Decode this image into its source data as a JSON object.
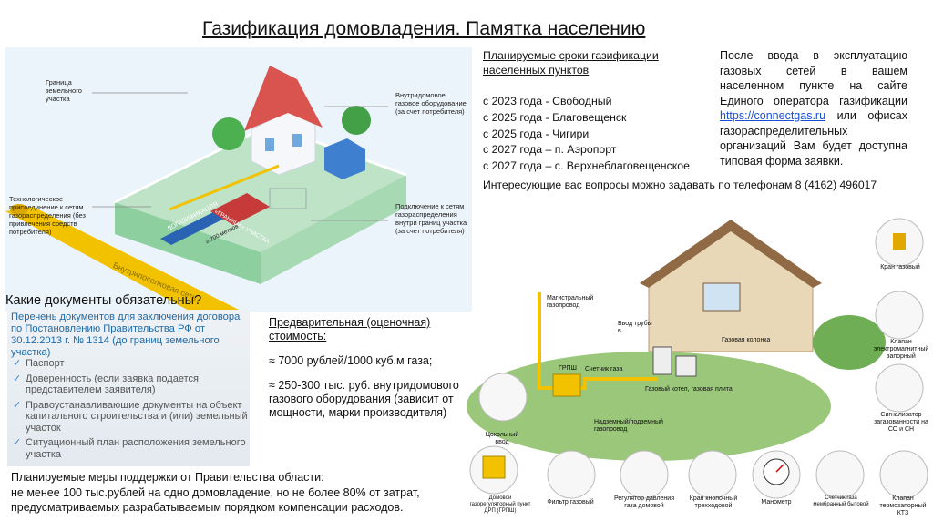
{
  "title": "Газификация домовладения. Памятка населению",
  "illustration": {
    "labels": {
      "boundary": "Граница земельного участка",
      "in_house": "Внутридомовое газовое оборудование (за счет потребителя)",
      "tech": "Технологическое присоединение к сетям газораспределения (без привлечения средств потребителя)",
      "connect": "Подключение к сетям газораспределения внутри границ участка (за счет потребителя)",
      "pipe": "Внутрипоселковая сеть",
      "dogaz": "ДОГАЗИФИКАЦИЯ",
      "border": "«ГРАНИЦА» УЧАСТКА",
      "dist": "≥ 200 метров"
    }
  },
  "documents": {
    "heading": "Какие документы обязательны?",
    "intro": "Перечень документов для заключения договора по Постановлению Правительства РФ от 30.12.2013 г. № 1314 (до границ земельного участка)",
    "items": [
      "Паспорт",
      "Доверенность (если заявка подается представителем заявителя)",
      "Правоустанавливающие документы на объект капитального строительства и (или) земельный участок",
      "Ситуационный план расположения земельного участка"
    ]
  },
  "cost": {
    "heading": "Предварительная (оценочная) стоимость:",
    "gas": "≈ 7000 рублей/1000 куб.м газа;",
    "equipment": "≈ 250-300 тыс. руб. внутридомового газового оборудования (зависит от мощности, марки производителя)"
  },
  "support": {
    "line1": "Планируемые меры поддержки от Правительства области:",
    "line2": "не менее 100 тыс.рублей на одно домовладение, но не более 80% от затрат,",
    "line3": "предусматриваемых разрабатываемым порядком компенсации расходов."
  },
  "schedule": {
    "heading": "Планируемые сроки газификации населенных пунктов",
    "items": [
      "с 2023 года - Свободный",
      "с 2025 года - Благовещенск",
      "с 2025 года - Чигири",
      "с 2027 года – п. Аэропорт",
      "с 2027 года – с. Верхнеблаговещенское"
    ]
  },
  "after": {
    "text1": "После ввода в эксплуатацию газовых сетей в вашем населенном пункте на сайте Единого оператора газификации",
    "link": "https://connectgas.ru",
    "text2": "или офисах газораспределительных организаций Вам будет доступна типовая форма заявки."
  },
  "questions": "Интересующие вас вопросы можно  задавать по телефонам 8 (4162) 496017",
  "scheme": {
    "labels": {
      "main_pipe": "Магистральный газопровод",
      "inlet": "Ввод трубы в",
      "column": "Газовая колонка",
      "meter": "Счетчик газа",
      "grpsh": "ГРПШ",
      "boiler": "Газовый котел, газовая плита",
      "underground": "Надземный/подземный газопровод",
      "base_inlet": "Цокольный ввод",
      "valve": "Кран газовый",
      "electro": "Клапан электромагнитный запорный",
      "signal": "Сигнализатор загазованности на СО и СН",
      "grp_point": "Домовой газорегуляторный пункт ДРП (ГРПШ)",
      "filter": "Фильтр газовый",
      "regulator": "Регулятор давления газа домовой",
      "button_valve": "Кран кнопочный трехходовой",
      "manometer": "Манометр",
      "membrane": "Счетчик газа мембранный бытовой",
      "thermo": "Клапан термозапорный КТЗ"
    }
  },
  "colors": {
    "blue_text": "#1e6aa8",
    "pipe_yellow": "#f2c200",
    "link": "#1a4fd6"
  }
}
